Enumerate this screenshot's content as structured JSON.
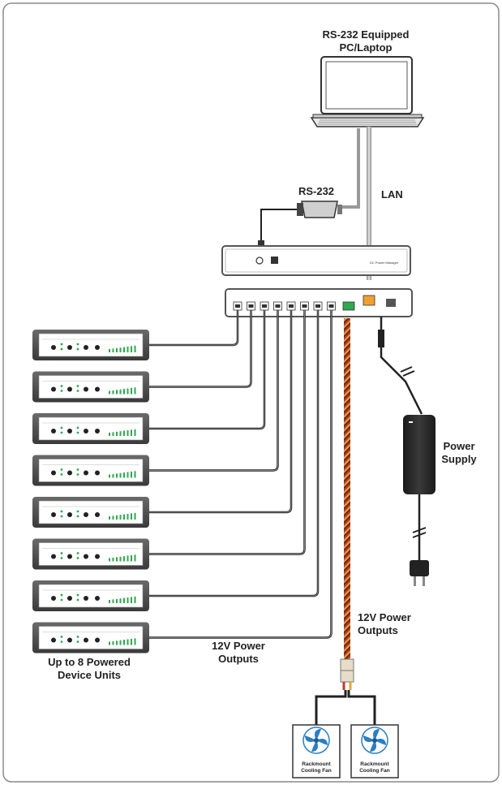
{
  "labels": {
    "pc_title_line1": "RS-232 Equipped",
    "pc_title_line2": "PC/Laptop",
    "rs232": "RS-232",
    "lan": "LAN",
    "power_supply_line1": "Power",
    "power_supply_line2": "Supply",
    "outputs_right_line1": "12V Power",
    "outputs_right_line2": "Outputs",
    "outputs_bottom_line1": "12V Power",
    "outputs_bottom_line2": "Outputs",
    "devices_line1": "Up to 8 Powered",
    "devices_line2": "Device Units",
    "fan1_line1": "Rackmount",
    "fan1_line2": "Cooling Fan",
    "fan2_line1": "Rackmount",
    "fan2_line2": "Cooling Fan"
  },
  "front_panel": {
    "label": "DC Power Manager"
  },
  "device_unit_count": 8,
  "fan_count": 2
}
